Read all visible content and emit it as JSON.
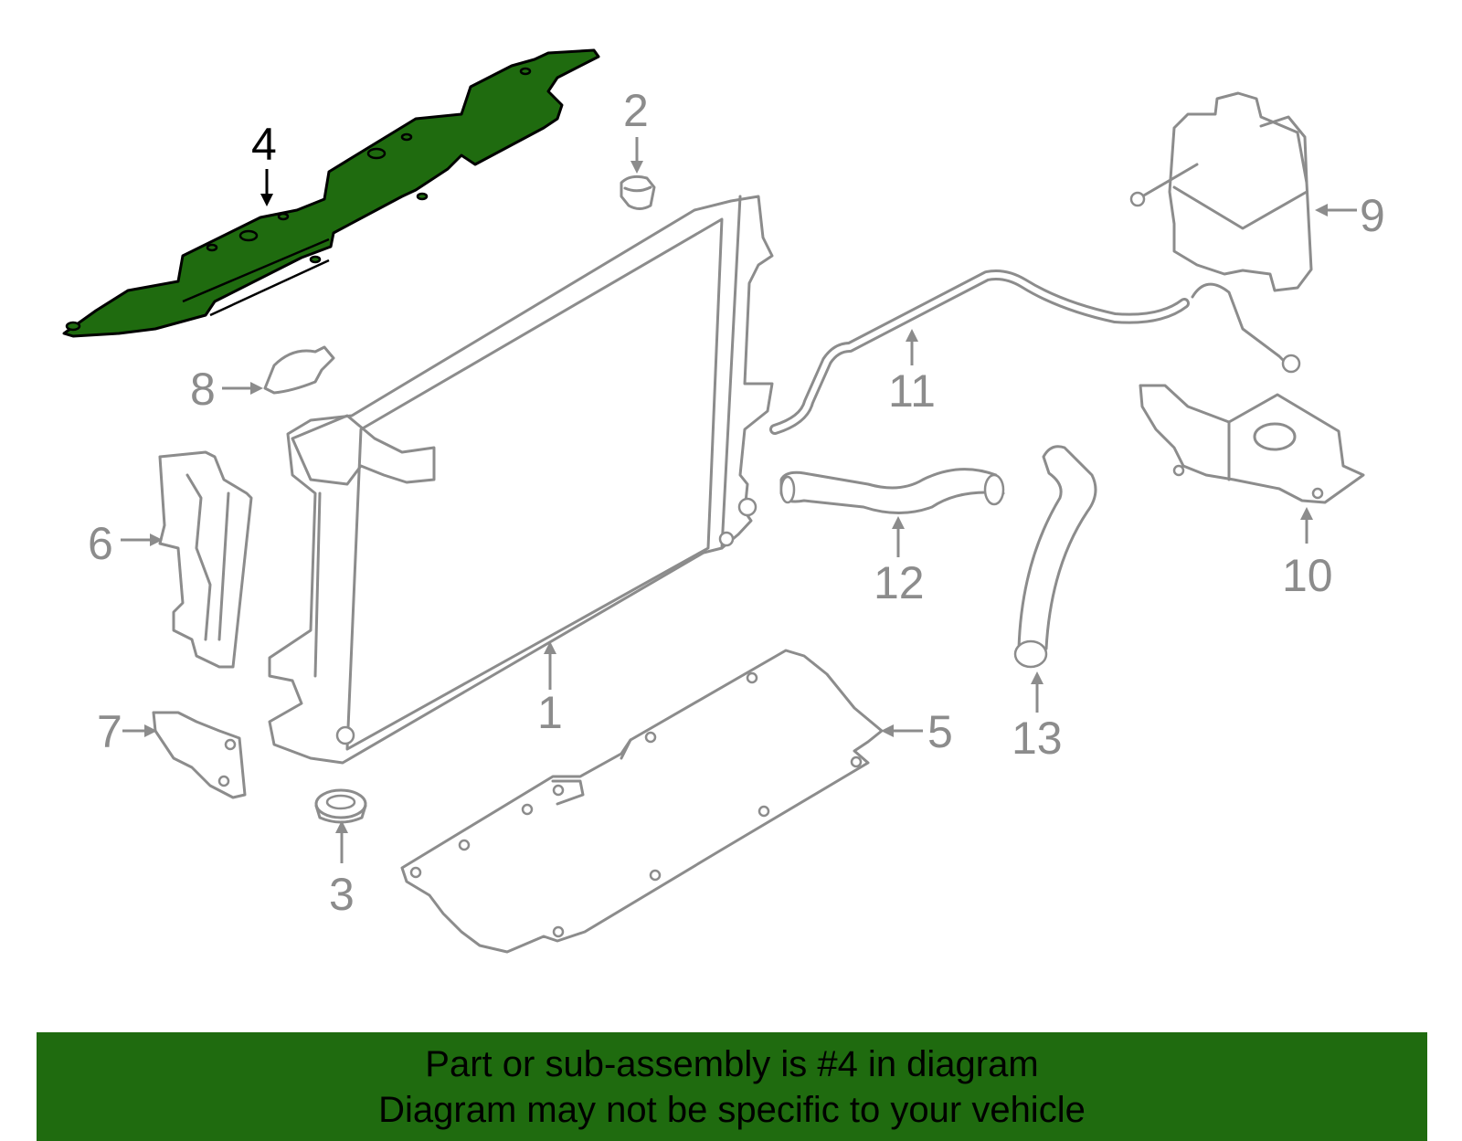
{
  "callouts": {
    "c1": "1",
    "c2": "2",
    "c3": "3",
    "c4": "4",
    "c5": "5",
    "c6": "6",
    "c7": "7",
    "c8": "8",
    "c9": "9",
    "c10": "10",
    "c11": "11",
    "c12": "12",
    "c13": "13"
  },
  "highlighted_part": "4",
  "colors": {
    "highlight": "#1f6b0f",
    "outline": "#8c8c8c",
    "banner": "#1f6b0f"
  },
  "banner": {
    "line1": "Part or sub-assembly is #4 in diagram",
    "line2": "Diagram may not be specific to your vehicle"
  }
}
